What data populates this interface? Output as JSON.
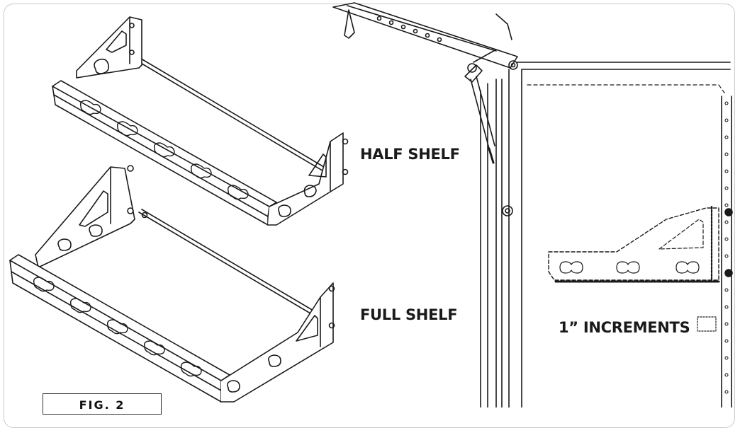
{
  "labels": {
    "half_shelf": "HALF SHELF",
    "full_shelf": "FULL SHELF",
    "increments": "1” INCREMENTS",
    "fig": "FIG. 2"
  },
  "colors": {
    "line": "#1a1a1a",
    "frame": "#c9c9c9",
    "background": "#ffffff"
  }
}
